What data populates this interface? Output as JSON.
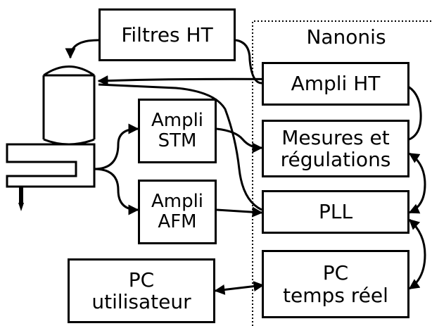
{
  "region_label": "Nanonis",
  "boxes": {
    "filtres_ht": {
      "label": "Filtres HT"
    },
    "ampli_stm": {
      "line1": "Ampli",
      "line2": "STM"
    },
    "ampli_afm": {
      "line1": "Ampli",
      "line2": "AFM"
    },
    "pc_utilisateur": {
      "line1": "PC",
      "line2": "utilisateur"
    },
    "ampli_ht": {
      "label": "Ampli HT"
    },
    "mesures": {
      "line1": "Mesures et",
      "line2": "régulations"
    },
    "pll": {
      "label": "PLL"
    },
    "pc_temps_reel": {
      "line1": "PC",
      "line2": "temps réel"
    }
  }
}
